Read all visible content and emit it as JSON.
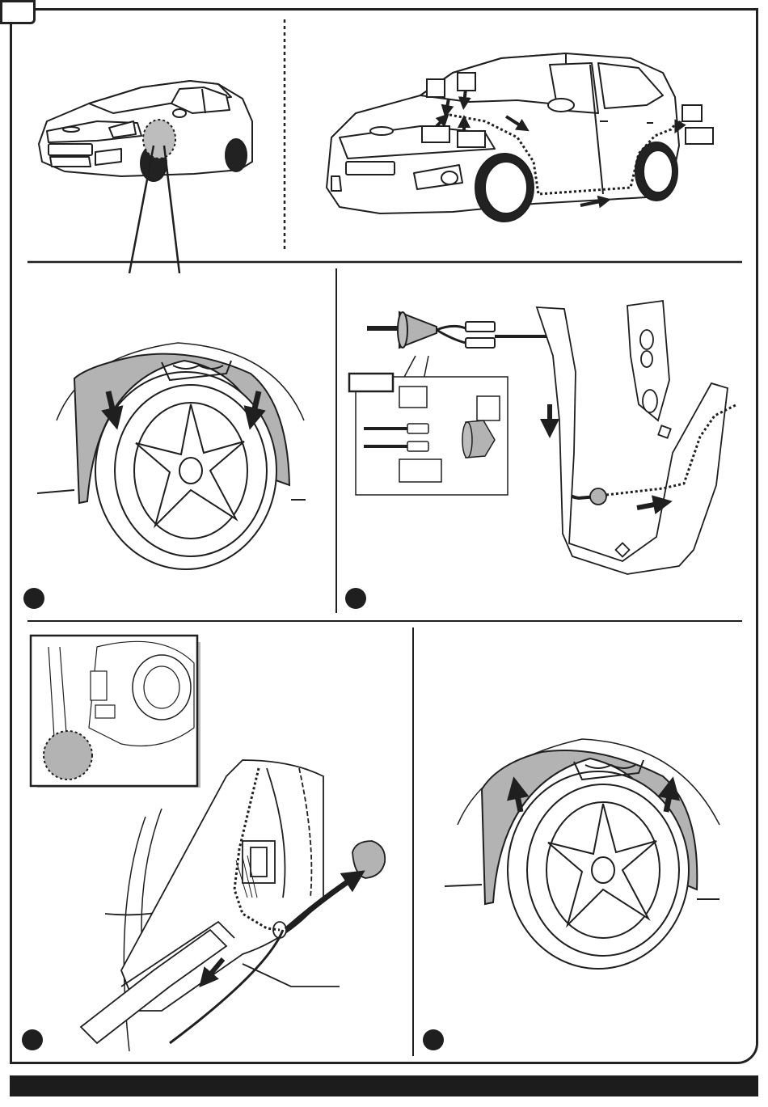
{
  "page": {
    "corner_tab_label": "",
    "accent_gray": "#b3b3b3",
    "ink_color": "#1f1f1f"
  },
  "callouts": {
    "hood_left_top": "",
    "hood_right_top": "",
    "hood_left_bottom": "",
    "hood_right_bottom": "",
    "rear_top": "",
    "rear_bottom": "",
    "kit_panel_tag": "",
    "kit_grommet_box": "",
    "kit_grommet_part": "",
    "kit_connector_box": ""
  },
  "steps": [
    {
      "number": "",
      "icon": "wheel-arch-liner-removal"
    },
    {
      "number": "",
      "icon": "grommet-cable-routing"
    },
    {
      "number": "",
      "icon": "connector-behind-dash"
    },
    {
      "number": "",
      "icon": "wheel-arch-liner-refit"
    }
  ],
  "footer": {
    "text": ""
  }
}
